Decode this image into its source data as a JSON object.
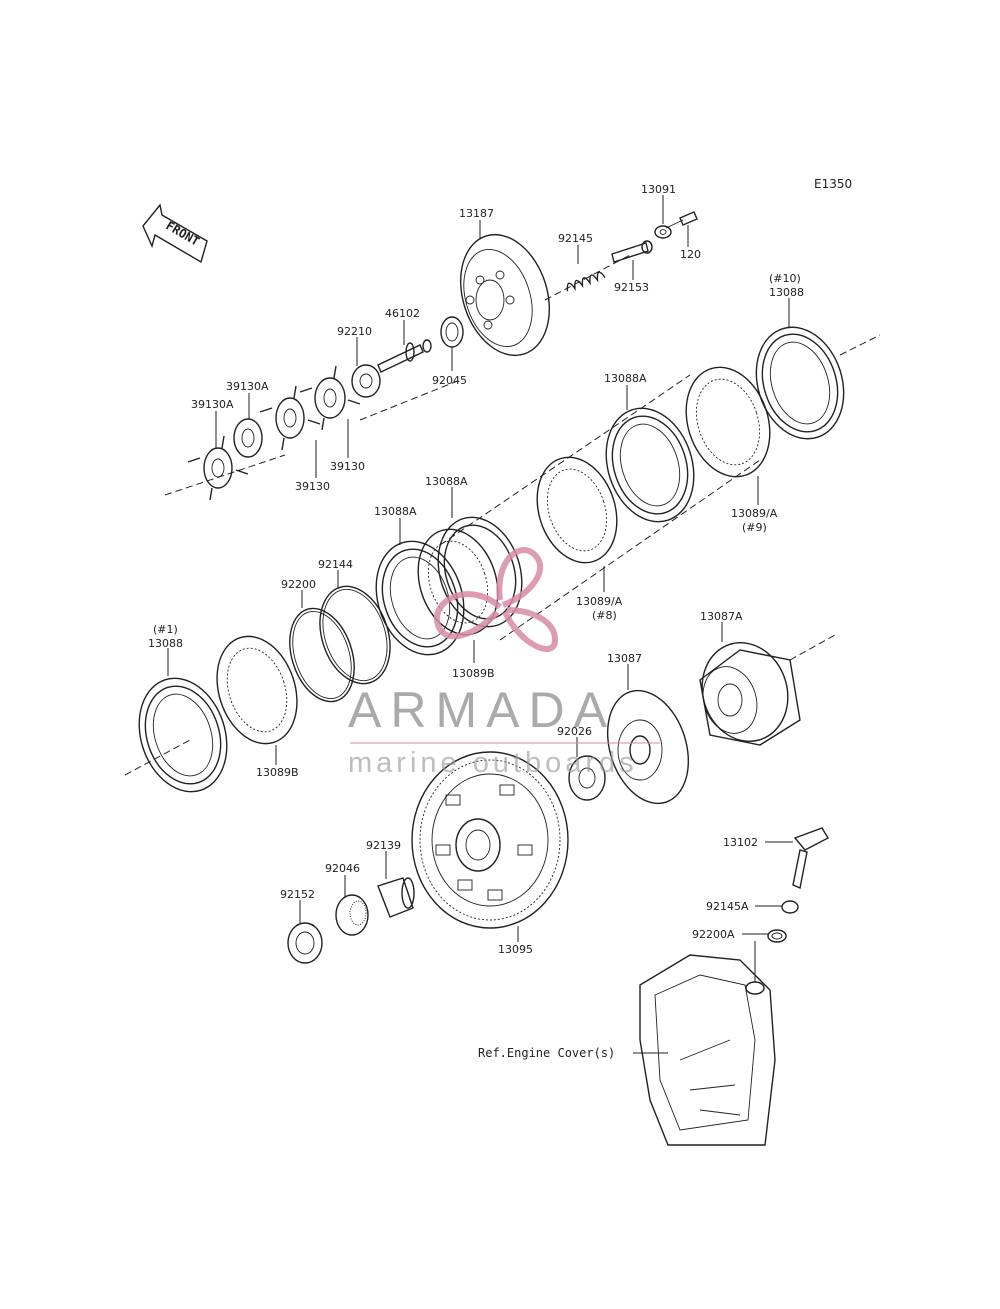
{
  "diagram_code": "E1350",
  "front_label": "FRONT",
  "reference_label": "Ref.Engine Cover(s)",
  "watermark": {
    "title": "ARMADA",
    "subtitle": "marine outboards",
    "logo_color": "#d98aa8"
  },
  "parts": [
    {
      "code": "13091"
    },
    {
      "code": "120"
    },
    {
      "code": "13187"
    },
    {
      "code": "92145"
    },
    {
      "code": "92153"
    },
    {
      "code": "46102"
    },
    {
      "code": "92210"
    },
    {
      "code": "92045"
    },
    {
      "code": "39130A"
    },
    {
      "code": "39130A"
    },
    {
      "code": "39130"
    },
    {
      "code": "39130"
    },
    {
      "code": "(#10)"
    },
    {
      "code": "13088"
    },
    {
      "code": "13088A"
    },
    {
      "code": "13089/A"
    },
    {
      "code": "(#9)"
    },
    {
      "code": "13088A"
    },
    {
      "code": "13088A"
    },
    {
      "code": "92144"
    },
    {
      "code": "92200"
    },
    {
      "code": "13089/A"
    },
    {
      "code": "(#8)"
    },
    {
      "code": "13089B"
    },
    {
      "code": "(#1)"
    },
    {
      "code": "13088"
    },
    {
      "code": "13089B"
    },
    {
      "code": "13087A"
    },
    {
      "code": "13087"
    },
    {
      "code": "92026"
    },
    {
      "code": "13102"
    },
    {
      "code": "92139"
    },
    {
      "code": "92046"
    },
    {
      "code": "92152"
    },
    {
      "code": "13095"
    },
    {
      "code": "92145A"
    },
    {
      "code": "92200A"
    }
  ]
}
